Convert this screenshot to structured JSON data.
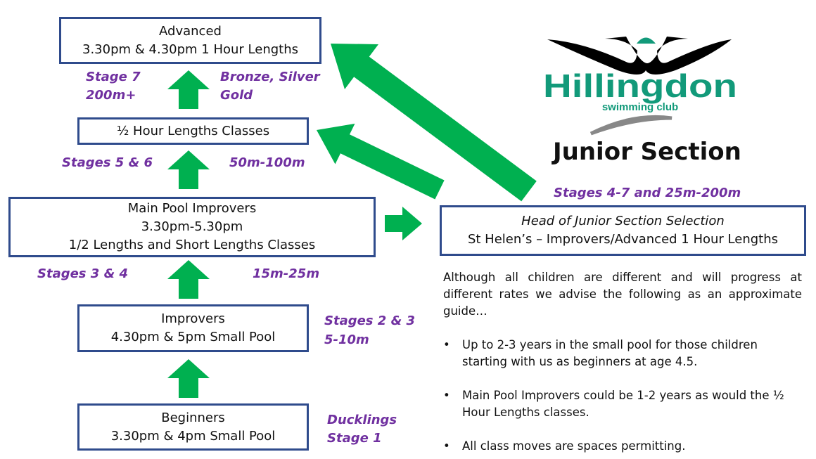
{
  "boxes": {
    "advanced": {
      "line1": "Advanced",
      "line2": "3.30pm & 4.30pm 1 Hour Lengths"
    },
    "half_hour": {
      "line1": "½ Hour Lengths Classes"
    },
    "main_pool": {
      "line1": "Main Pool Improvers",
      "line2": "3.30pm-5.30pm",
      "line3": "1/2 Lengths and Short Lengths Classes"
    },
    "improvers": {
      "line1": "Improvers",
      "line2": "4.30pm & 5pm Small Pool"
    },
    "beginners": {
      "line1": "Beginners",
      "line2": "3.30pm & 4pm Small Pool"
    },
    "head": {
      "line1": "Head of Junior Section Selection",
      "line2": "St Helen’s – Improvers/Advanced 1 Hour Lengths"
    }
  },
  "labels": {
    "stage7": "Stage 7",
    "stage7_dist": "200m+",
    "bronze": "Bronze, Silver",
    "gold": "Gold",
    "stages56": "Stages 5 & 6",
    "dist56": "50m-100m",
    "stages34": "Stages 3 & 4",
    "dist34": "15m-25m",
    "stages23": "Stages 2 & 3",
    "dist23": "5-10m",
    "ducklings": "Ducklings",
    "stage1": "Stage 1",
    "junior_range": "Stages 4-7 and 25m-200m"
  },
  "logo": {
    "name": "Hillingdon",
    "sub": "swimming club"
  },
  "title": "Junior Section",
  "body": {
    "intro": "Although all children are different and will progress at different rates we advise the following as an approximate guide…",
    "bullets": [
      "Up to 2-3 years in the small pool for those children starting with us as beginners at age 4.5.",
      "Main Pool Improvers could be 1-2 years as would the ½ Hour Lengths classes.",
      "All class moves are spaces permitting."
    ]
  },
  "colors": {
    "border": "#2f4b8c",
    "arrow": "#00b050",
    "label": "#7030a0",
    "logo": "#129a7a"
  }
}
